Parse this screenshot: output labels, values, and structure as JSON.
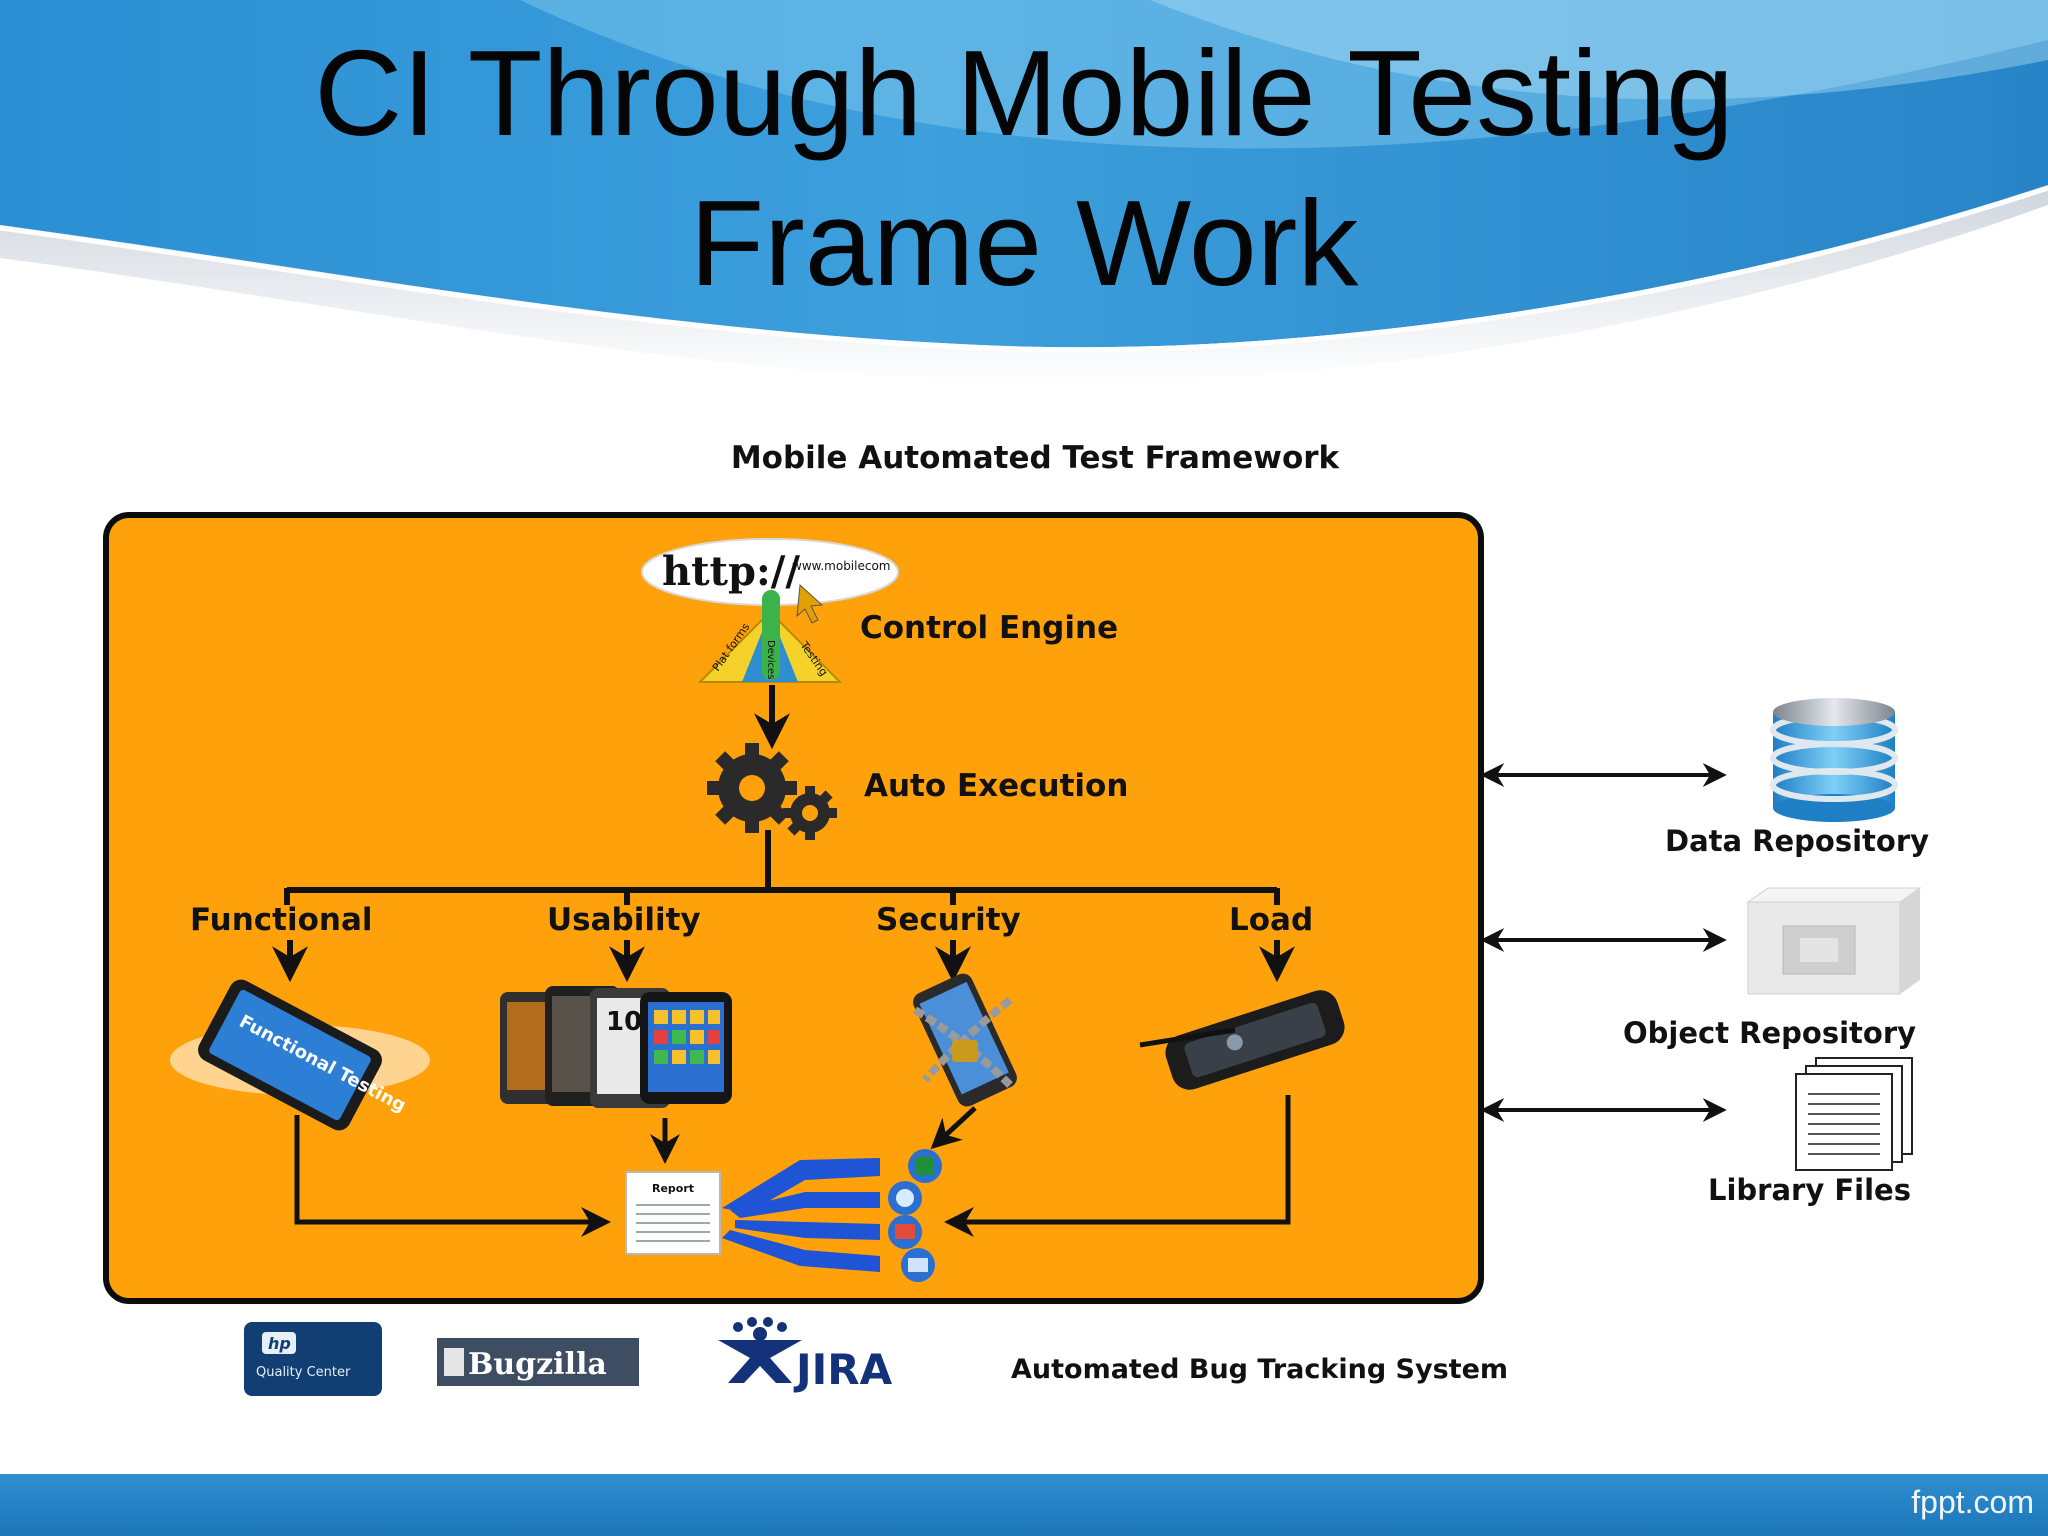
{
  "slide": {
    "title_line1": "CI Through Mobile Testing",
    "title_line2": "Frame Work"
  },
  "diagram": {
    "title": "Mobile Automated Test Framework",
    "url_text_main": "http://",
    "url_text_small": "www.mobilecom",
    "funnel_labels": [
      "Plat forms",
      "Devices",
      "Testing"
    ],
    "control_engine": "Control Engine",
    "auto_execution": "Auto Execution",
    "branches": [
      "Functional",
      "Usability",
      "Security",
      "Load"
    ],
    "functional_phone_text": "Functional Testing",
    "phone_clock": "10",
    "report_label": "Report",
    "repositories": [
      "Data Repository",
      "Object Repository",
      "Library Files"
    ],
    "bug_tracking": {
      "label": "Automated Bug Tracking System",
      "qc_logo_text": "Quality Center",
      "hp_text": "hp",
      "bugzilla_text": "Bugzilla",
      "jira_text": "JIRA"
    }
  },
  "footer": {
    "brand": "fppt.com"
  },
  "colors": {
    "header_blue": "#3a9ad8",
    "header_light": "#6dbde9",
    "box_orange": "#ffa10a",
    "footer_blue": "#2283c6",
    "fan_blue": "#1f54d6"
  }
}
